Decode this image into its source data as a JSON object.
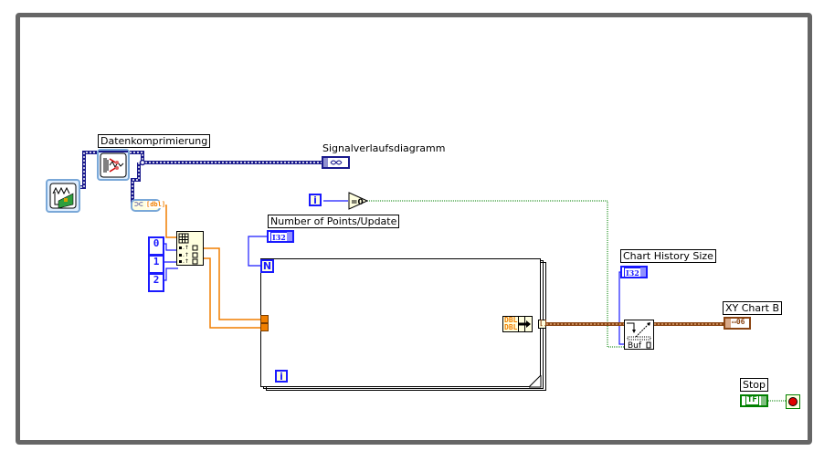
{
  "diagram": {
    "type": "LabVIEW block diagram",
    "structures": {
      "while_loop": {
        "iteration_terminal": "i",
        "stop_terminal": "stop-condition"
      },
      "for_loop": {
        "count_terminal": "N",
        "iteration_terminal": "i"
      }
    },
    "labels": {
      "compression": "Datenkomprimierung",
      "waveform_graph": "Signalverlaufsdiagramm",
      "points_per_update": "Number of Points/Update",
      "chart_history_size": "Chart History Size",
      "xy_chart": "XY Chart B",
      "stop": "Stop"
    },
    "constants": [
      "0",
      "1",
      "2"
    ],
    "terminals": {
      "points_per_update_type": "I32",
      "chart_history_type": "I32",
      "stop_type": "TF",
      "for_count": "N",
      "for_iter": "i",
      "while_iter": "i",
      "bundle_inputs": [
        "DBL",
        "DBL"
      ],
      "buffer_label": "Buf",
      "compare_op": "=0",
      "xy_type": "[]"
    },
    "colors": {
      "while_border": "#666666",
      "numeric_int": "#1a1aff",
      "numeric_float": "#f07f00",
      "boolean": "#008000",
      "cluster_wire": "#8b4513",
      "waveform_wire": "#1a1a8c"
    }
  }
}
